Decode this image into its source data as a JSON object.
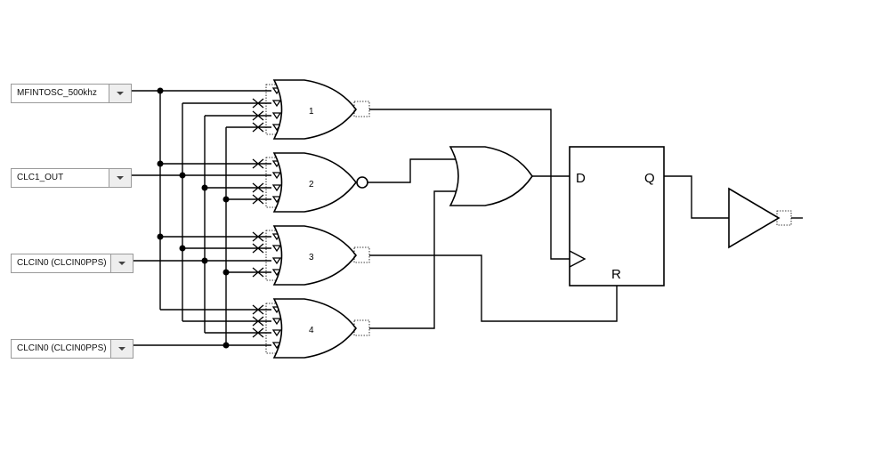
{
  "inputs": [
    {
      "value": "MFINTOSC_500khz"
    },
    {
      "value": "CLC1_OUT"
    },
    {
      "value": "CLCIN0 (CLCIN0PPS)"
    },
    {
      "value": "CLCIN0 (CLCIN0PPS)"
    }
  ],
  "gates": [
    {
      "label": "1"
    },
    {
      "label": "2"
    },
    {
      "label": "3"
    },
    {
      "label": "4"
    }
  ],
  "flipflop": {
    "d": "D",
    "q": "Q",
    "r": "R"
  },
  "icons": {
    "dropdown": "chevron-down-icon",
    "invert": "x-icon",
    "gate": "or-gate-icon"
  }
}
